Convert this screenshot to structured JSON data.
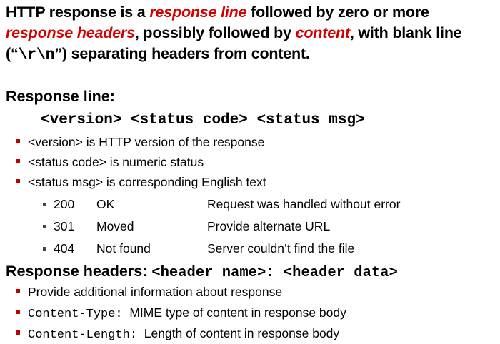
{
  "intro": {
    "t1": "HTTP response is a ",
    "h1": "response line",
    "t2": " followed by zero or more",
    "h2": "response headers",
    "t3": ", possibly followed by ",
    "h3": "content",
    "t4": ", with blank line",
    "t5": "(“",
    "code": "\\r\\n",
    "t6": "”) separating headers from content."
  },
  "response_line": {
    "heading": "Response line:",
    "syntax": "<version> <status code> <status msg>",
    "bullets": [
      "<version> is HTTP version of the response",
      "<status code> is numeric status",
      "<status msg> is corresponding English text"
    ],
    "codes": [
      {
        "code": "200",
        "msg": "OK",
        "desc": "Request was handled without error"
      },
      {
        "code": "301",
        "msg": "Moved",
        "desc": "Provide alternate URL"
      },
      {
        "code": "404",
        "msg": "Not found",
        "desc": "Server couldn’t find the file"
      }
    ]
  },
  "response_headers": {
    "heading_label": "Response headers: ",
    "heading_code": "<header name>: <header data>",
    "bullets": [
      {
        "code": "",
        "text": "Provide additional information about response"
      },
      {
        "code": "Content-Type:",
        "text": "MIME type of content in response body"
      },
      {
        "code": "Content-Length:",
        "text": "Length of content in response body"
      }
    ]
  },
  "colors": {
    "highlight": "#d40000",
    "bullet": "#c00000",
    "sub_bullet": "#444444"
  }
}
